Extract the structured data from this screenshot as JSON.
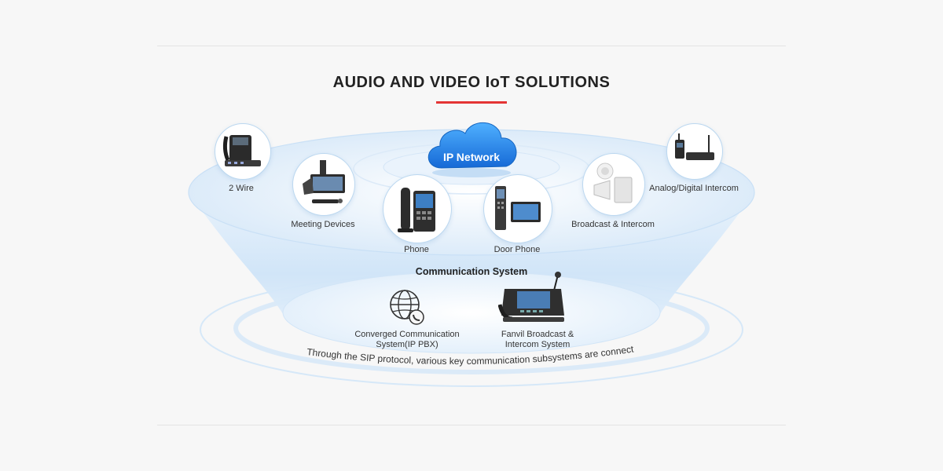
{
  "header": {
    "title": "AUDIO AND VIDEO IoT SOLUTIONS"
  },
  "cloud": {
    "label": "IP Network"
  },
  "devices": [
    {
      "key": "two-wire",
      "label": "2 Wire",
      "icon": "ip-phone-with-switch-icon"
    },
    {
      "key": "meeting",
      "label": "Meeting Devices",
      "icon": "conference-display-icon"
    },
    {
      "key": "phone",
      "label": "Phone",
      "icon": "desk-phone-icon"
    },
    {
      "key": "door-phone",
      "label": "Door Phone",
      "icon": "door-intercom-icon"
    },
    {
      "key": "broadcast",
      "label": "Broadcast & Intercom",
      "icon": "speaker-horn-icon"
    },
    {
      "key": "analog",
      "label": "Analog/Digital Intercom",
      "icon": "radio-gateway-icon"
    }
  ],
  "system": {
    "title": "Communication System",
    "items": [
      {
        "key": "pbx",
        "line1": "Converged Communication",
        "line2": "System(IP PBX)",
        "icon": "globe-phone-icon"
      },
      {
        "key": "fanvil",
        "line1": "Fanvil Broadcast &",
        "line2": "Intercom System",
        "icon": "console-phone-icon"
      }
    ]
  },
  "footer": {
    "caption": "Through the SIP protocol, various key communication subsystems are connected"
  },
  "colors": {
    "accent": "#e43535",
    "cloud": "#1e88e5",
    "ring": "#cfe4f8"
  }
}
